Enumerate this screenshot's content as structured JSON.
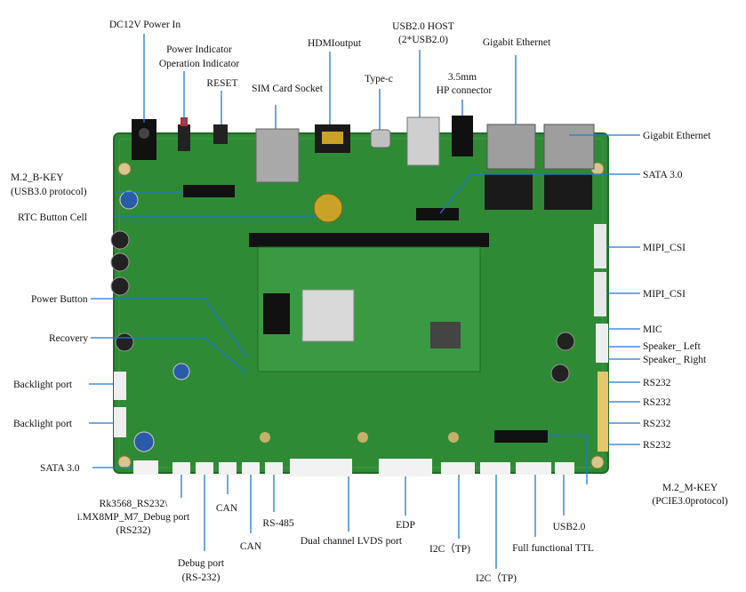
{
  "labels": {
    "dc12v": "DC12V Power In",
    "power_ind_1": "Power Indicator",
    "power_ind_2": "Operation Indicator",
    "reset": "RESET",
    "sim": "SIM Card Socket",
    "hdmi": "HDMIoutput",
    "typec": "Type-c",
    "usb_host_1": "USB2.0 HOST",
    "usb_host_2": "(2*USB2.0)",
    "hp_1": "3.5mm",
    "hp_2": "HP connector",
    "gbe_top": "Gigabit Ethernet",
    "gbe_right": "Gigabit Ethernet",
    "m2b_1": "M.2_B-KEY",
    "m2b_2": "(USB3.0 protocol)",
    "rtc": "RTC Button Cell",
    "sata_right": "SATA 3.0",
    "mipi1": "MIPI_CSI",
    "mipi2": "MIPI_CSI",
    "power_btn": "Power Button",
    "recovery": "Recovery",
    "mic": "MIC",
    "spk_l": "Speaker_ Left",
    "spk_r": "Speaker_ Right",
    "backlight1": "Backlight port",
    "backlight2": "Backlight port",
    "rs232_1": "RS232",
    "rs232_2": "RS232",
    "rs232_3": "RS232",
    "rs232_4": "RS232",
    "sata_left": "SATA 3.0",
    "m2m_1": "M.2_M-KEY",
    "m2m_2": "(PCIE3.0protocol)",
    "debug_1": "Rk3568_RS232\\",
    "debug_2": "i.MX8MP_M7_Debug port",
    "debug_3": "(RS232)",
    "can1": "CAN",
    "can2": "CAN",
    "rs485": "RS-485",
    "lvds": "Dual channel LVDS port",
    "edp": "EDP",
    "i2c1": "I2C（TP)",
    "i2c2": "I2C（TP)",
    "ttl": "Full functional TTL",
    "usb2": "USB2.0",
    "debug232_1": "Debug port",
    "debug232_2": "(RS-232)"
  },
  "colors": {
    "board": "#2f8a35",
    "board_dark": "#1f6b27",
    "leader": "#1e78d4",
    "text": "#111111"
  }
}
